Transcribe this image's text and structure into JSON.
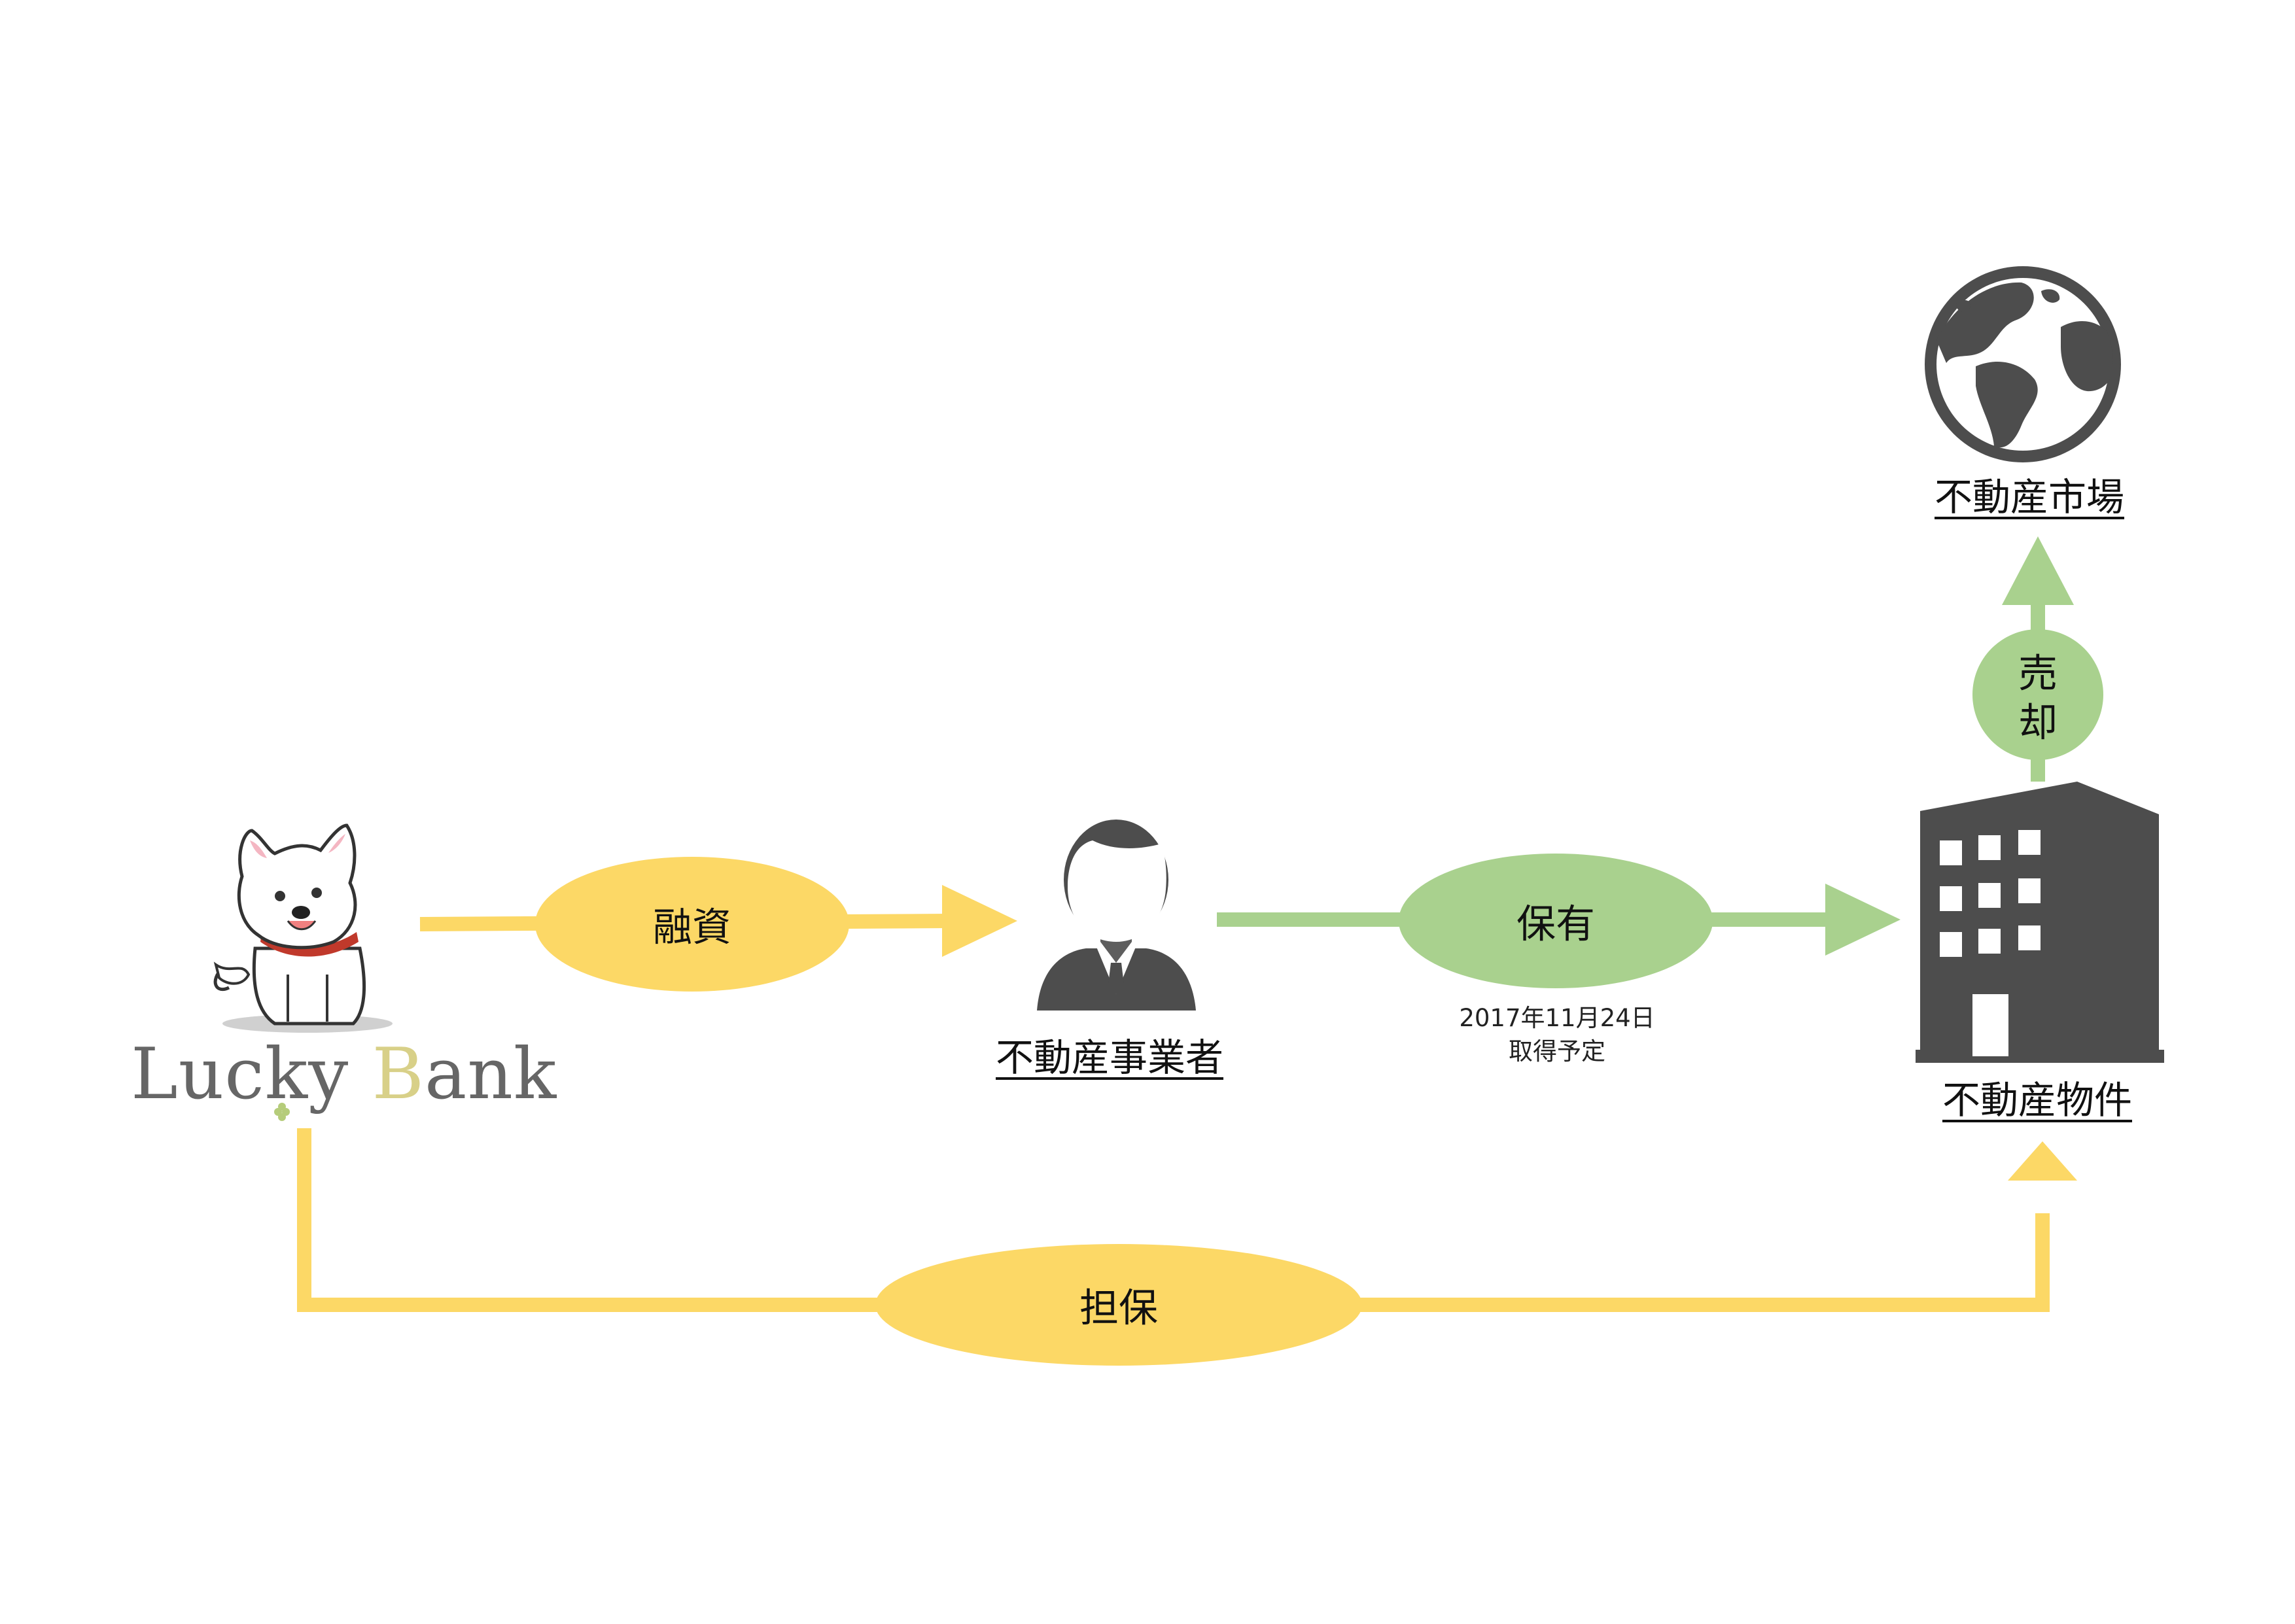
{
  "nodes": {
    "lender": {
      "logo_text_a": "Lucky ",
      "logo_text_b": "B",
      "logo_text_c": "ank"
    },
    "operator": {
      "label": "不動産事業者"
    },
    "property": {
      "label": "不動産物件"
    },
    "market": {
      "label": "不動産市場"
    }
  },
  "edges": {
    "loan": {
      "label": "融資",
      "color": "#fcd866"
    },
    "ownership": {
      "label": "保有",
      "color": "#a9d18e",
      "note_line1": "2017年11月24日",
      "note_line2": "取得予定"
    },
    "collateral": {
      "label": "担保",
      "color": "#fcd866"
    },
    "sale": {
      "label_line1": "売",
      "label_line2": "却",
      "color": "#a9d18e"
    }
  },
  "colors": {
    "icon": "#4d4d4d",
    "yellow": "#fcd866",
    "green": "#a9d18e"
  }
}
